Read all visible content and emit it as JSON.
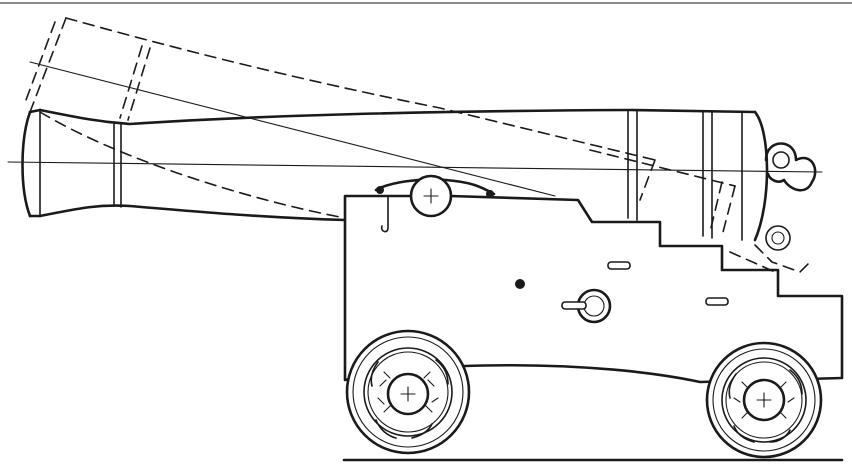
{
  "figure": {
    "subject": "naval-cannon-on-truck-carriage",
    "elements": [
      "barrel",
      "elevated-barrel-outline",
      "carriage",
      "front-wheel",
      "rear-wheel",
      "ground-line",
      "centre-lines",
      "trunnion",
      "cascabel"
    ],
    "colors": {
      "ink": "#1a1a1a",
      "paper": "#ffffff"
    }
  }
}
